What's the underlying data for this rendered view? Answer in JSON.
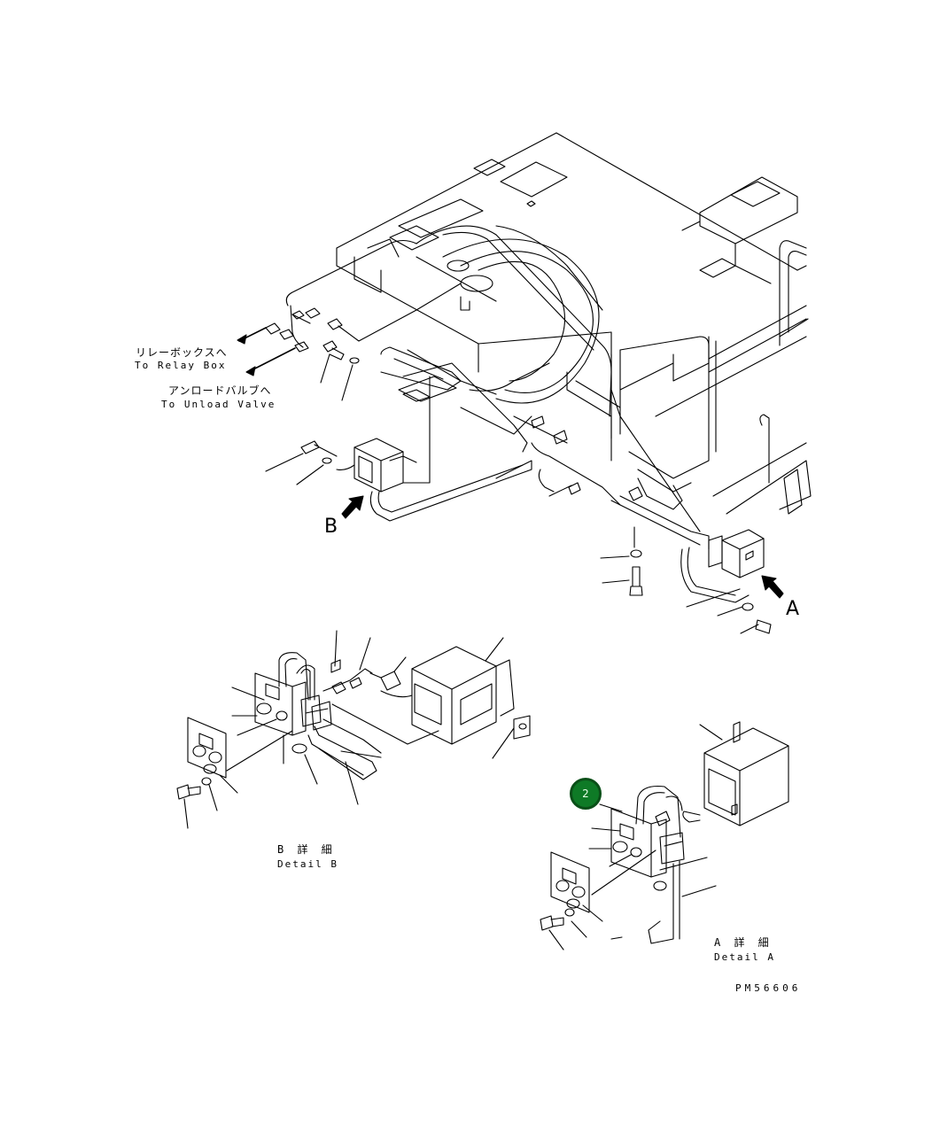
{
  "labels": {
    "relay_box_jp": "リレーボックスへ",
    "relay_box_en": "To Relay Box",
    "unload_valve_jp": "アンロードバルブへ",
    "unload_valve_en": "To Unload Valve",
    "view_a": "A",
    "view_b": "B",
    "detail_b_jp": "B 詳 細",
    "detail_b_en": "Detail B",
    "detail_a_jp": "A 詳 細",
    "detail_a_en": "Detail A",
    "drawing_number": "PM56606"
  },
  "hotspot": {
    "number": "2",
    "color": "#0e7a26"
  },
  "colors": {
    "line": "#000000",
    "background": "#ffffff"
  }
}
